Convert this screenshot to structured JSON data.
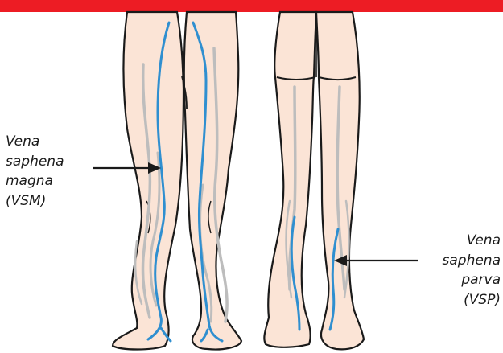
{
  "colors": {
    "top_band": "#ed1c24",
    "skin": "#fbe4d6",
    "outline": "#1a1a1a",
    "vein_blue": "#2f8fd0",
    "vein_grey": "#bdbdbd",
    "pointer": "#1a1a1a"
  },
  "labels": {
    "vsm": [
      "Vena",
      "saphena",
      "magna",
      "(VSM)"
    ],
    "vsp": [
      "Vena",
      "saphena",
      "parva",
      "(VSP)"
    ]
  }
}
